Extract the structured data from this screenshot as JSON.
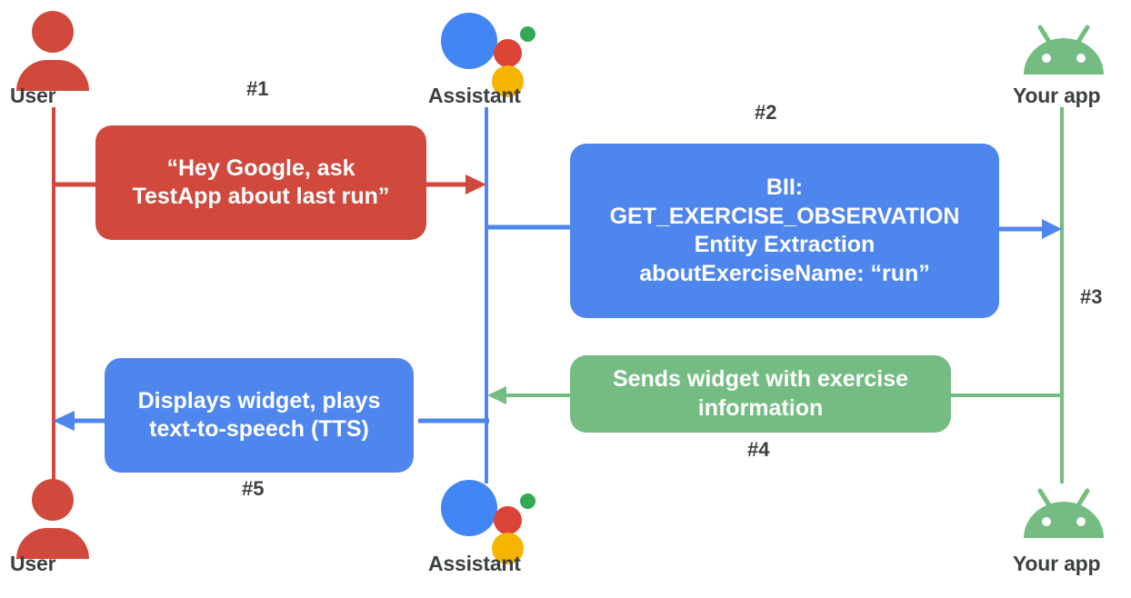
{
  "diagram": {
    "title": "Google Assistant App Actions sequence diagram",
    "colors": {
      "red": "#d0493c",
      "blue": "#4f86ed",
      "green": "#74bc82",
      "text": "#3c4043",
      "background": "#ffffff"
    },
    "actors": [
      {
        "id": "user-top",
        "label": "User",
        "icon": "person-icon",
        "position": "top-left"
      },
      {
        "id": "assistant-top",
        "label": "Assistant",
        "icon": "assistant-icon",
        "position": "top-center"
      },
      {
        "id": "app-top",
        "label": "Your app",
        "icon": "android-icon",
        "position": "top-right"
      },
      {
        "id": "user-bottom",
        "label": "User",
        "icon": "person-icon",
        "position": "bottom-left"
      },
      {
        "id": "assistant-bottom",
        "label": "Assistant",
        "icon": "assistant-icon",
        "position": "bottom-center"
      },
      {
        "id": "app-bottom",
        "label": "Your app",
        "icon": "android-icon",
        "position": "bottom-right"
      }
    ],
    "messages": [
      {
        "id": "msg-1",
        "step": "#1",
        "color": "red",
        "lines": [
          "“Hey Google, ask",
          "TestApp about last run”"
        ]
      },
      {
        "id": "msg-2",
        "step": "#2",
        "color": "blue",
        "lines": [
          "BII:",
          "GET_EXERCISE_OBSERVATION",
          "Entity Extraction",
          "aboutExerciseName: “run”"
        ]
      },
      {
        "id": "msg-3",
        "step": "#3",
        "color": "green",
        "lines": []
      },
      {
        "id": "msg-4",
        "step": "#4",
        "color": "green",
        "lines": [
          "Sends widget with exercise",
          "information"
        ]
      },
      {
        "id": "msg-5",
        "step": "#5",
        "color": "blue",
        "lines": [
          "Displays widget, plays",
          "text-to-speech (TTS)"
        ]
      }
    ]
  }
}
